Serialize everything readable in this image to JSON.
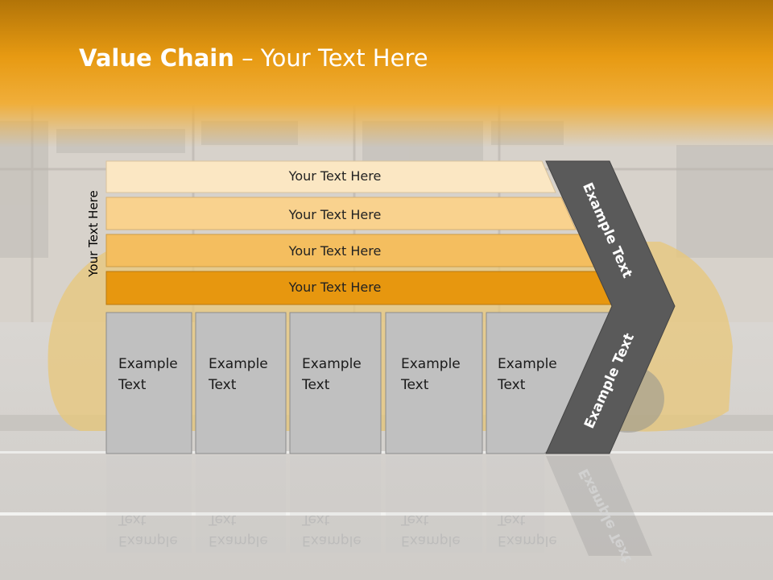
{
  "title": {
    "bold": "Value Chain",
    "rest": " – Your Text Here"
  },
  "side_label": "Your Text Here",
  "bands": [
    "Your Text Here",
    "Your Text Here",
    "Your Text Here",
    "Your Text Here"
  ],
  "boxes": [
    {
      "line1": "Example",
      "line2": "Text"
    },
    {
      "line1": "Example",
      "line2": "Text"
    },
    {
      "line1": "Example",
      "line2": "Text"
    },
    {
      "line1": "Example",
      "line2": "Text"
    },
    {
      "line1": "Example",
      "line2": "Text"
    }
  ],
  "chevron": {
    "upper": "Example Text",
    "lower": "Example Text"
  },
  "colors": {
    "header": "#e79a12",
    "band1": "#fbe7c3",
    "band2": "#f9d28e",
    "band3": "#f4be5f",
    "band4": "#e7970f",
    "box": "#c0c0c0",
    "chevron": "#5a5a5a"
  }
}
